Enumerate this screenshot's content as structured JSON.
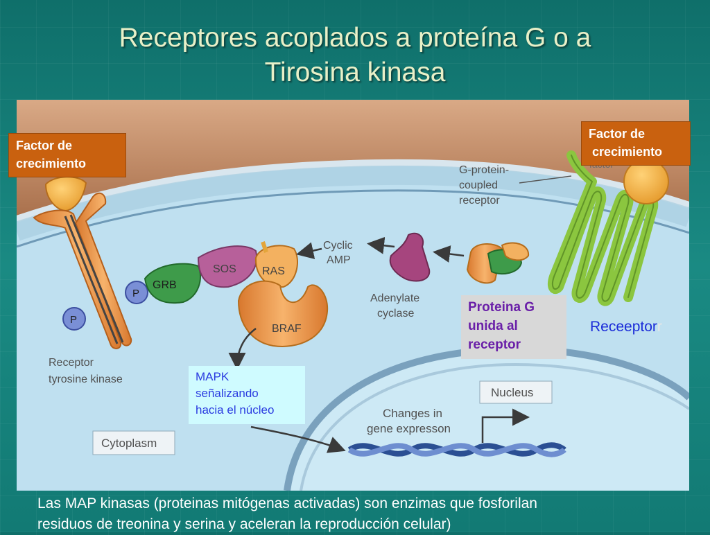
{
  "slide": {
    "title_line1": "Receptores acoplados a proteína G o a",
    "title_line2": "Tirosina kinasa",
    "bottom_line1": "Las MAP kinasas (proteinas mitógenas activadas) son enzimas que fosforilan",
    "bottom_line2": "residuos de treonina y serina y aceleran la reproducción celular)"
  },
  "callouts": {
    "factor_left_line1": "Factor de",
    "factor_left_line2": "crecimiento",
    "factor_right_line1": "Factor de",
    "factor_right_line2": "crecimiento",
    "gprotein_line1": "Proteina G",
    "gprotein_line2": "unida al",
    "gprotein_line3": "receptor",
    "receptor_label": "Receeptor",
    "receptor_suffix": "r",
    "mapk_line1": "MAPK",
    "mapk_line2": "señalizando",
    "mapk_line3": "hacia el núcleo"
  },
  "diagram_labels": {
    "gpcr_line1": "G-protein-",
    "gpcr_line2": "coupled",
    "gpcr_line3": "receptor",
    "camp_line1": "Cyclic",
    "camp_line2": "AMP",
    "adenylate_line1": "Adenylate",
    "adenylate_line2": "cyclase",
    "rtk_line1": "Receptor",
    "rtk_line2": "tyrosine kinase",
    "sos": "SOS",
    "ras": "RAS",
    "grb": "GRB",
    "braf": "BRAF",
    "p1": "P",
    "p2": "P",
    "nucleus": "Nucleus",
    "cytoplasm": "Cytoplasm",
    "changes_line1": "Changes in",
    "changes_line2": "gene expresson",
    "factor_hidden": "factor"
  },
  "colors": {
    "membrane_top": "#a56a47",
    "cytoplasm": "#bfe0f0",
    "nucleus": "#b9dced",
    "callout_orange": "#c9610f",
    "gpcr_green": "#9ad04a",
    "receptor_orange": "#e89a4c"
  }
}
